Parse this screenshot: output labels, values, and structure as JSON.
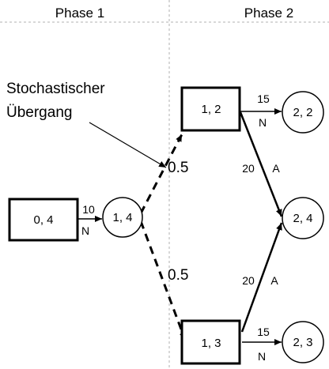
{
  "phases": {
    "phase1": "Phase 1",
    "phase2": "Phase 2"
  },
  "nodes": {
    "box_04": "0, 4",
    "circle_14": "1, 4",
    "box_12": "1, 2",
    "box_13": "1, 3",
    "circle_22": "2, 2",
    "circle_24": "2, 4",
    "circle_23": "2, 3"
  },
  "edges": {
    "e_04_14": {
      "value": "10",
      "letter": "N"
    },
    "e_12_22": {
      "value": "15",
      "letter": "N"
    },
    "e_12_24": {
      "value": "20",
      "letter": "A"
    },
    "e_13_24": {
      "value": "20",
      "letter": "A"
    },
    "e_13_23": {
      "value": "15",
      "letter": "N"
    }
  },
  "probabilities": {
    "upper": "0.5",
    "lower": "0.5"
  },
  "annotation": {
    "line1": "Stochastischer",
    "line2": "Übergang"
  }
}
